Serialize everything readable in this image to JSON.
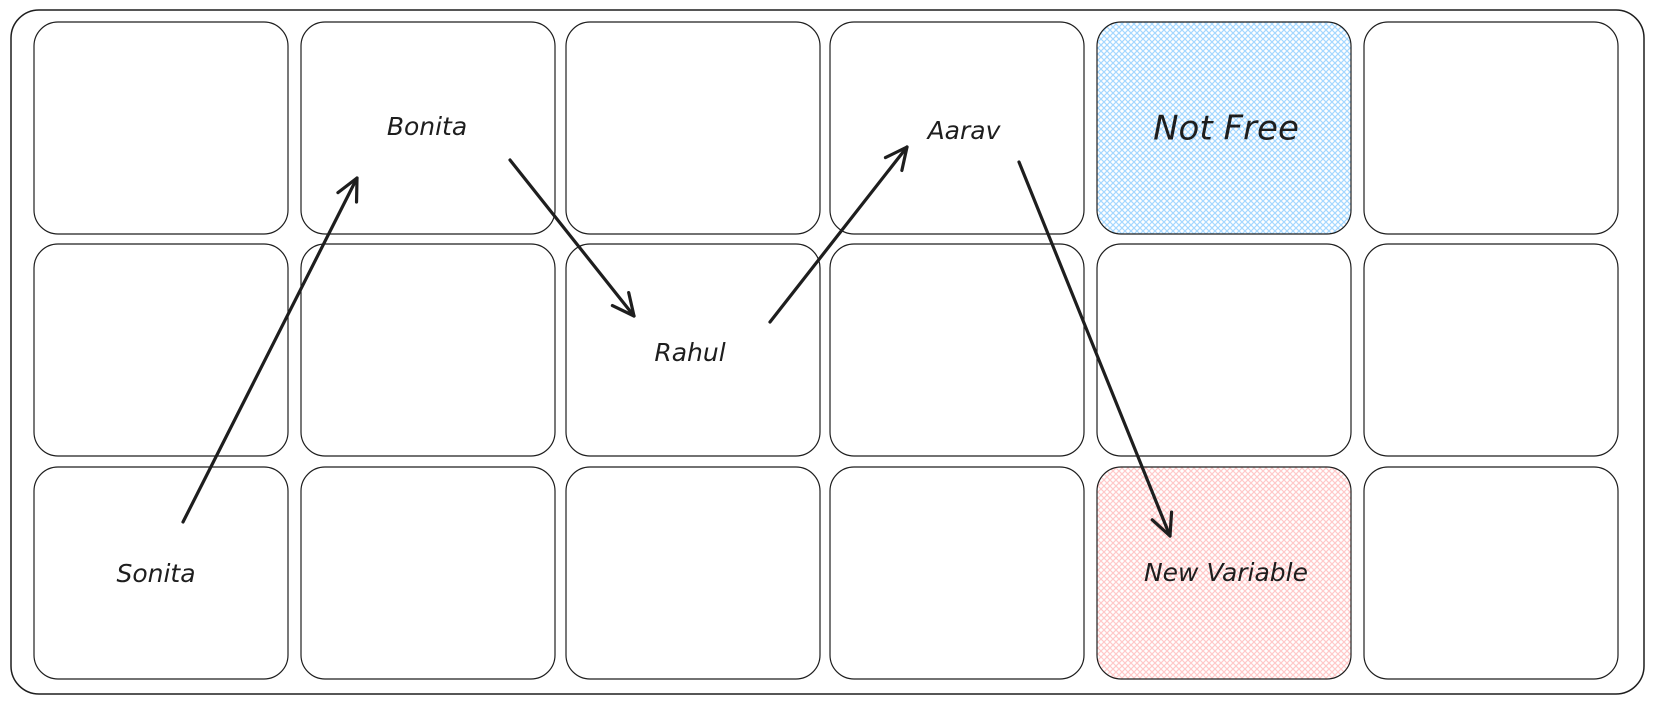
{
  "grid": {
    "rows": 3,
    "columns": 6,
    "cells": [
      {
        "row": 0,
        "col": 0,
        "label": "",
        "fill": "none"
      },
      {
        "row": 0,
        "col": 1,
        "label": "Bonita",
        "fill": "none"
      },
      {
        "row": 0,
        "col": 2,
        "label": "",
        "fill": "none"
      },
      {
        "row": 0,
        "col": 3,
        "label": "Aarav",
        "fill": "none"
      },
      {
        "row": 0,
        "col": 4,
        "label": "Not Free",
        "fill": "blue"
      },
      {
        "row": 0,
        "col": 5,
        "label": "",
        "fill": "none"
      },
      {
        "row": 1,
        "col": 0,
        "label": "",
        "fill": "none"
      },
      {
        "row": 1,
        "col": 1,
        "label": "",
        "fill": "none"
      },
      {
        "row": 1,
        "col": 2,
        "label": "Rahul",
        "fill": "none"
      },
      {
        "row": 1,
        "col": 3,
        "label": "",
        "fill": "none"
      },
      {
        "row": 1,
        "col": 4,
        "label": "",
        "fill": "none"
      },
      {
        "row": 1,
        "col": 5,
        "label": "",
        "fill": "none"
      },
      {
        "row": 2,
        "col": 0,
        "label": "Sonita",
        "fill": "none"
      },
      {
        "row": 2,
        "col": 1,
        "label": "",
        "fill": "none"
      },
      {
        "row": 2,
        "col": 2,
        "label": "",
        "fill": "none"
      },
      {
        "row": 2,
        "col": 3,
        "label": "",
        "fill": "none"
      },
      {
        "row": 2,
        "col": 4,
        "label": "New Variable",
        "fill": "red"
      },
      {
        "row": 2,
        "col": 5,
        "label": "",
        "fill": "none"
      }
    ]
  },
  "arrows": [
    {
      "from": "Sonita",
      "to": "Bonita"
    },
    {
      "from": "Bonita",
      "to": "Rahul"
    },
    {
      "from": "Rahul",
      "to": "Aarav"
    },
    {
      "from": "Aarav",
      "to": "New Variable"
    }
  ],
  "colors": {
    "stroke": "#1e1e1e",
    "blue_hatch": "#a5d8ff",
    "red_hatch": "#ffc9c9",
    "background": "#ffffff"
  }
}
